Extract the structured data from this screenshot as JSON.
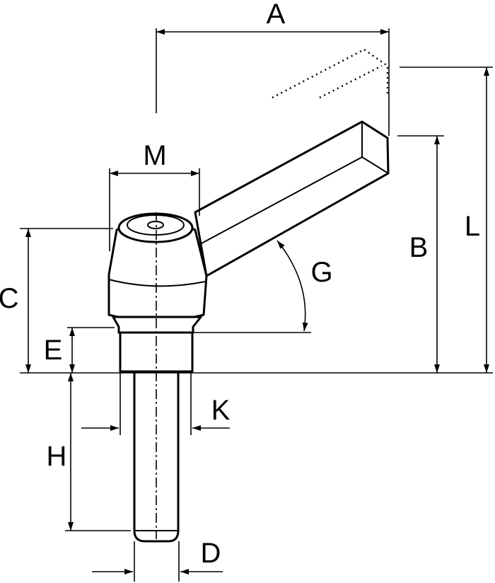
{
  "diagram": {
    "labels": {
      "A": "A",
      "M": "M",
      "L": "L",
      "B": "B",
      "G": "G",
      "C": "C",
      "E": "E",
      "K": "K",
      "H": "H",
      "D": "D"
    },
    "colors": {
      "line": "#000000",
      "background": "#ffffff"
    }
  }
}
